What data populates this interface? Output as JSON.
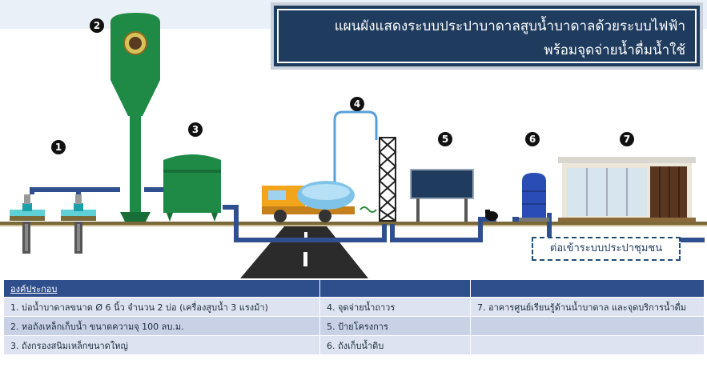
{
  "title": {
    "line1": "แผนผังแสดงระบบประปาบาดาลสูบน้ำบาดาลด้วยระบบไฟฟ้า",
    "line2": "พร้อมจุดจ่ายน้ำดื่มน้ำใช้"
  },
  "markers": [
    "1",
    "2",
    "3",
    "4",
    "5",
    "6",
    "7"
  ],
  "connect_label": "ต่อเข้าระบบประปาชุมชน",
  "components": {
    "header": "องค์ประกอบ",
    "col1": [
      "1. บ่อน้ำบาดาลขนาด Ø 6 นิ้ว จำนวน 2 บ่อ (เครื่องสูบน้ำ 3 แรงม้า)",
      "2. หอถังเหล็กเก็บน้ำ ขนาดความจุ 100 ลบ.ม.",
      "3. ถังกรองสนิมเหล็กขนาดใหญ่"
    ],
    "col2": [
      "4. จุดจ่ายน้ำถาวร",
      "5. ป้ายโครงการ",
      "6. ถังเก็บน้ำดิบ"
    ],
    "col3": [
      "7. อาคารศูนย์เรียนรู้ด้านน้ำบาดาล และจุดบริการน้ำดื่ม",
      "",
      ""
    ]
  },
  "colors": {
    "title_bg": "#1f3b5e",
    "pipe": "#2f4f8f",
    "tank_green": "#1e8a46",
    "ground": "#7a6a3a",
    "table_header": "#2e4e8c"
  }
}
